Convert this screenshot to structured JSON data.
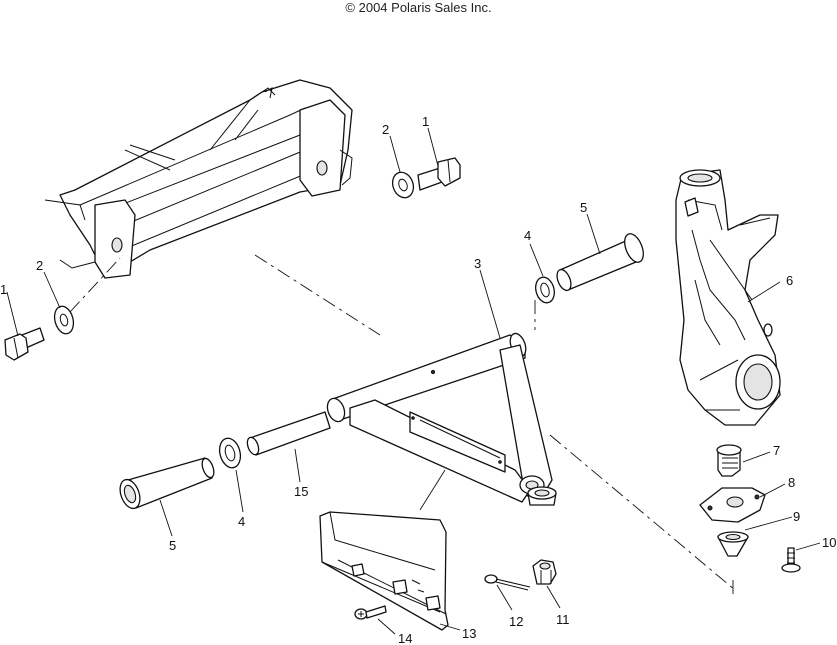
{
  "copyright": "© 2004 Polaris Sales Inc.",
  "callouts": [
    {
      "id": "c1a",
      "text": "1"
    },
    {
      "id": "c2a",
      "text": "2"
    },
    {
      "id": "c1b",
      "text": "1"
    },
    {
      "id": "c2b",
      "text": "2"
    },
    {
      "id": "c3",
      "text": "3"
    },
    {
      "id": "c4a",
      "text": "4"
    },
    {
      "id": "c5a",
      "text": "5"
    },
    {
      "id": "c6",
      "text": "6"
    },
    {
      "id": "c7",
      "text": "7"
    },
    {
      "id": "c8",
      "text": "8"
    },
    {
      "id": "c9",
      "text": "9"
    },
    {
      "id": "c10",
      "text": "10"
    },
    {
      "id": "c11",
      "text": "11"
    },
    {
      "id": "c12",
      "text": "12"
    },
    {
      "id": "c13",
      "text": "13"
    },
    {
      "id": "c14",
      "text": "14"
    },
    {
      "id": "c15",
      "text": "15"
    },
    {
      "id": "c4b",
      "text": "4"
    },
    {
      "id": "c5b",
      "text": "5"
    }
  ]
}
